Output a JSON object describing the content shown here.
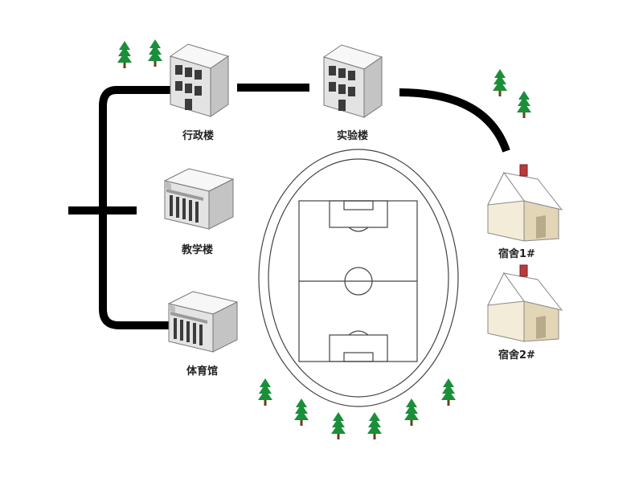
{
  "buildings": {
    "admin": "行政楼",
    "lab": "实验楼",
    "teaching": "教学楼",
    "gym": "体育馆",
    "dorm1": "宿舍1#",
    "dorm2": "宿舍2#"
  },
  "colors": {
    "road": "#000000",
    "tree": "#1a8f3a",
    "trunk": "#6b3e1e",
    "building_front": "#e3e3e3",
    "building_side": "#c4c4c4",
    "house_wall": "#f3ecd8",
    "house_roof": "#ffffff",
    "chimney": "#b83a3a"
  }
}
